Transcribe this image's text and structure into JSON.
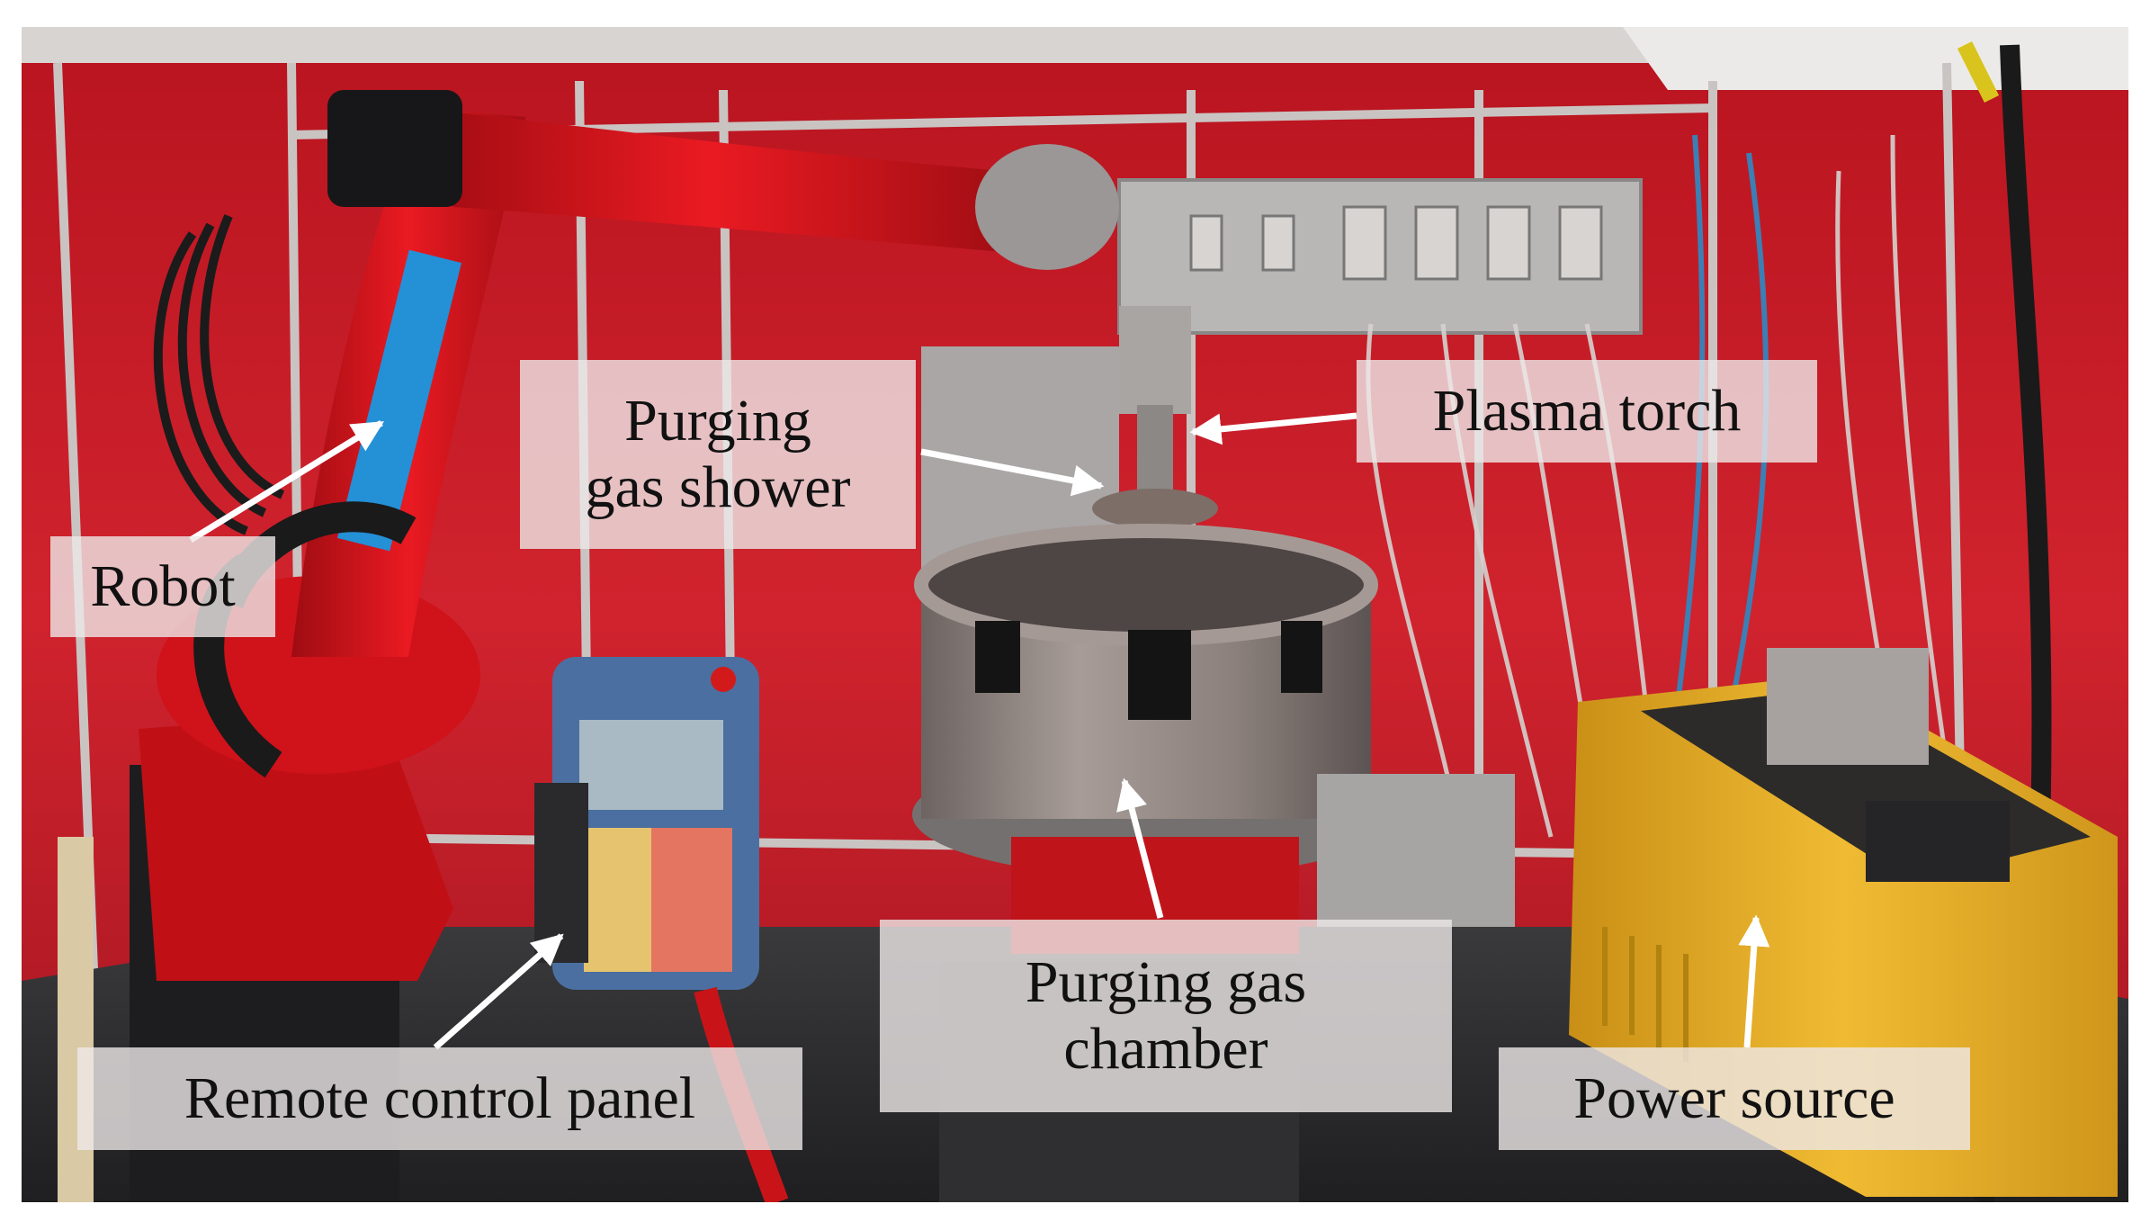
{
  "labels": {
    "robot": "Robot",
    "purging_shower_line1": "Purging",
    "purging_shower_line2": "gas shower",
    "plasma_torch": "Plasma torch",
    "remote_panel": "Remote control panel",
    "chamber_line1": "Purging gas",
    "chamber_line2": "chamber",
    "power_source": "Power source"
  },
  "colors": {
    "booth_wall": "#c8202c",
    "robot_arm": "#d8141c",
    "power_source_cabinet": "#e7b22a",
    "chamber_steel": "#8e8480",
    "label_box": "#eee8e8",
    "arrow": "#ffffff"
  }
}
